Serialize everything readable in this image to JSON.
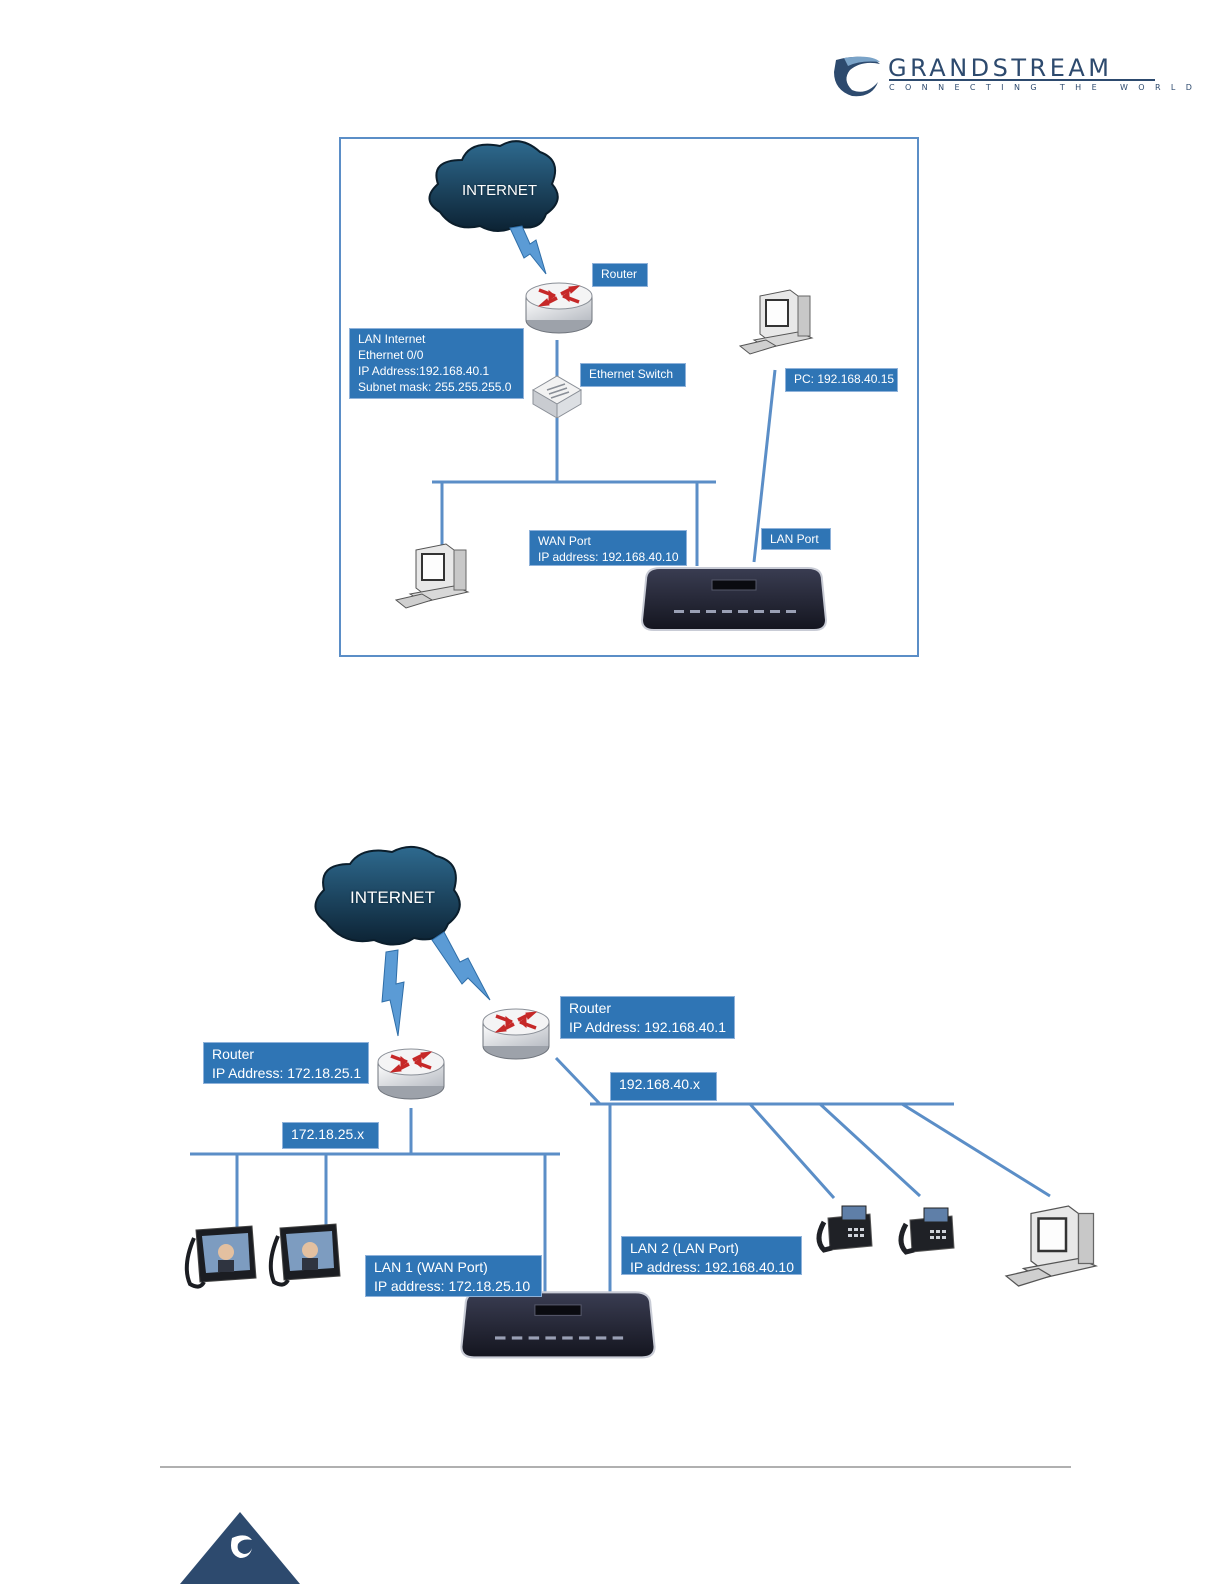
{
  "header": {
    "brand": "GRANDSTREAM",
    "tagline": "CONNECTING THE WORLD",
    "brand_color": "#2d4a6e"
  },
  "diagram1": {
    "cloud_label": "INTERNET",
    "router_label": "Router",
    "router_info": "LAN Internet\nEthernet 0/0\nIP Address:192.168.40.1\nSubnet mask: 255.255.255.0",
    "switch_label": "Ethernet Switch",
    "pc_label": "PC: 192.168.40.15",
    "wan_label": "WAN Port\nIP address: 192.168.40.10",
    "lan_label": "LAN Port"
  },
  "diagram2": {
    "cloud_label": "INTERNET",
    "router_left_label": "Router\nIP Address: 172.18.25.1",
    "router_right_label": "Router\nIP Address: 192.168.40.1",
    "subnet_left": "172.18.25.x",
    "subnet_right": "192.168.40.x",
    "lan1_label": "LAN 1 (WAN Port)\nIP address: 172.18.25.10",
    "lan2_label": "LAN 2 (LAN Port)\nIP address: 192.168.40.10"
  },
  "colors": {
    "line": "#5b8ec7",
    "label_bg": "#2f75b5",
    "cloud": "#1c3f5a",
    "router_arrow": "#c62828",
    "device": "#1e2030"
  },
  "icons": {
    "cloud": "cloud-icon",
    "router": "router-icon",
    "switch": "switch-icon",
    "pc": "desktop-pc-icon",
    "pbx": "ip-pbx-icon",
    "video_phone": "video-phone-icon",
    "desk_phone": "ip-phone-icon"
  }
}
